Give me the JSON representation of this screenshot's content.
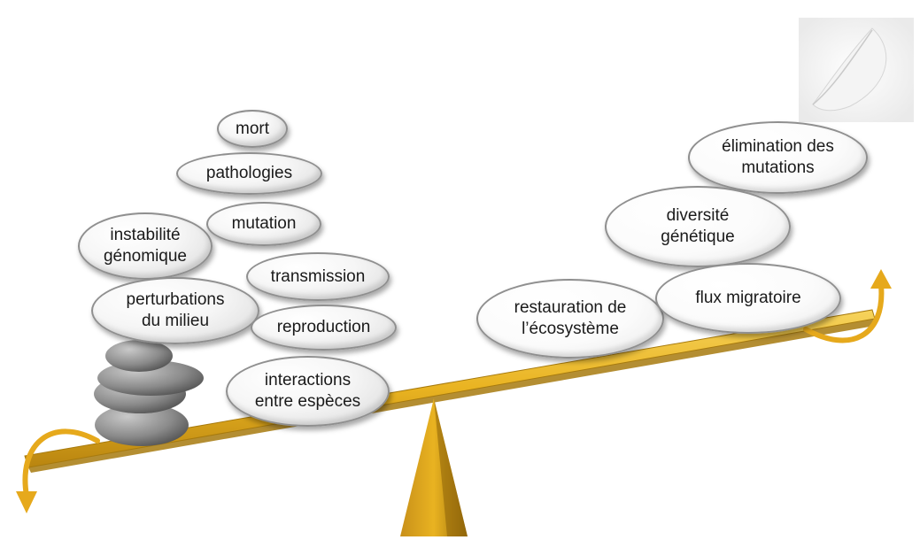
{
  "left_factors": {
    "mort": "mort",
    "pathologies": "pathologies",
    "mutation": "mutation",
    "instabilite": "instabilité\ngénomique",
    "transmission": "transmission",
    "perturbations": "perturbations\ndu milieu",
    "reproduction": "reproduction",
    "interactions": "interactions\nentre espèces"
  },
  "right_factors": {
    "elimination": "élimination des\nmutations",
    "diversite": "diversité\ngénétique",
    "restauration": "restauration de\nl’écosystème",
    "flux": "flux migratoire"
  },
  "colors": {
    "beam": "#e9b321",
    "beam_dark": "#b98510",
    "arrow": "#e6a91c",
    "stone": "#7a7a7a"
  },
  "icons": {
    "left_weight": "stacked-stones-icon",
    "right_weight": "feather-icon"
  }
}
